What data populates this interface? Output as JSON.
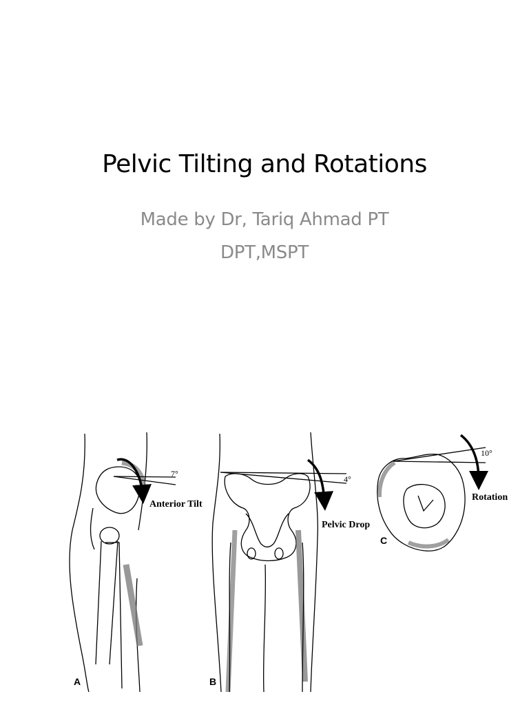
{
  "slide": {
    "title": "Pelvic Tilting and Rotations",
    "subtitle_line1": "Made by Dr, Tariq Ahmad PT",
    "subtitle_line2": "DPT,MSPT"
  },
  "figure": {
    "panel_a": {
      "letter": "A",
      "angle": "7°",
      "caption": "Anterior Tilt"
    },
    "panel_b": {
      "letter": "B",
      "angle": "4°",
      "caption": "Pelvic Drop"
    },
    "panel_c": {
      "letter": "C",
      "angle": "10°",
      "caption": "Rotation"
    }
  }
}
